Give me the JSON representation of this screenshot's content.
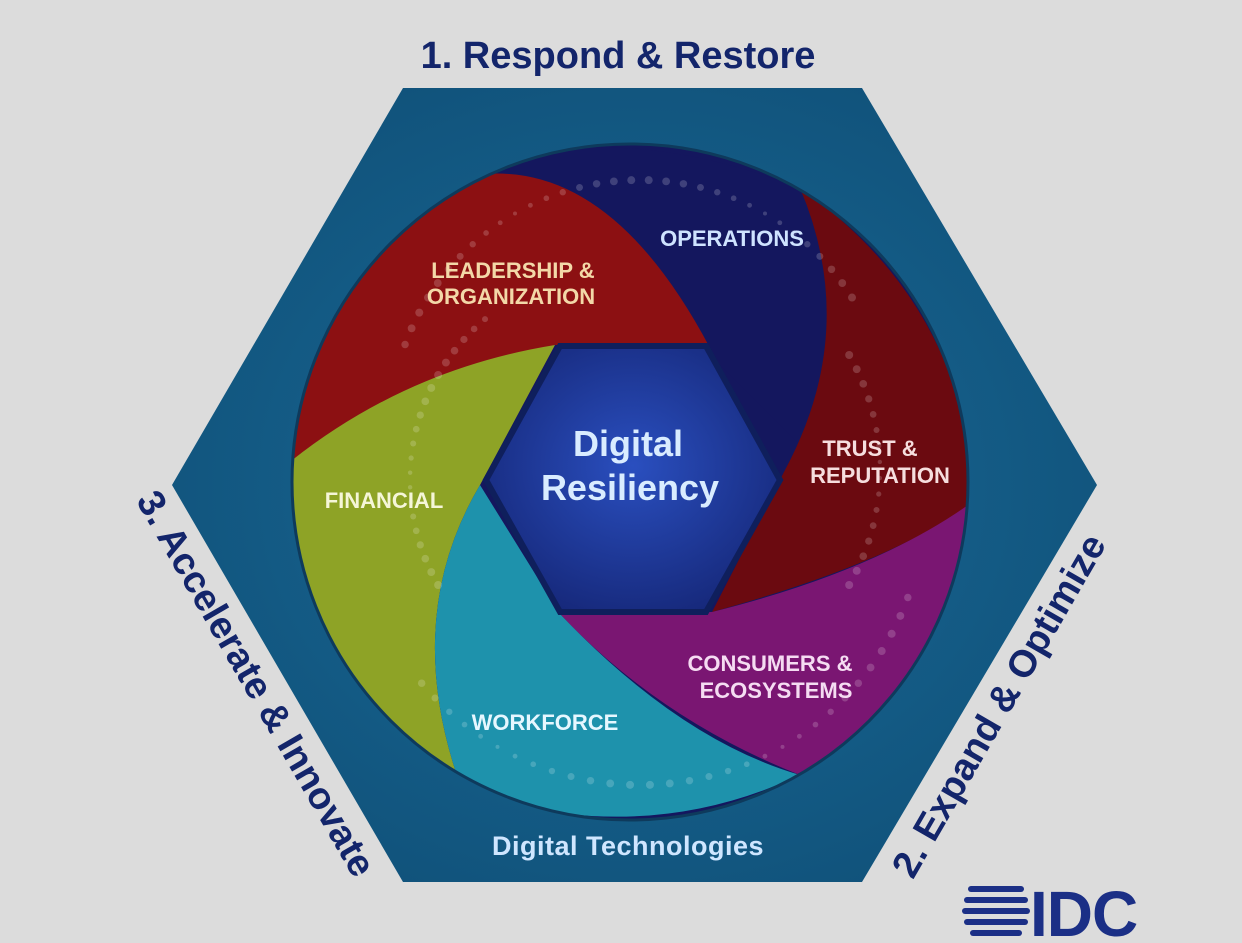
{
  "phases": {
    "respond_restore": "1. Respond & Restore",
    "expand_optimize": "2. Expand & Optimize",
    "accelerate_innovate": "3. Accelerate & Innovate"
  },
  "center": {
    "line1": "Digital",
    "line2": "Resiliency"
  },
  "base_label": "Digital Technologies",
  "segments": {
    "operations": {
      "line1": "OPERATIONS",
      "color": "#14175e"
    },
    "leadership": {
      "line1": "LEADERSHIP &",
      "line2": "ORGANIZATION",
      "color": "#8c1012"
    },
    "trust": {
      "line1": "TRUST &",
      "line2": "REPUTATION",
      "color": "#6b0a10"
    },
    "financial": {
      "line1": "FINANCIAL",
      "color": "#8ea326"
    },
    "consumers": {
      "line1": "CONSUMERS &",
      "line2": "ECOSYSTEMS",
      "color": "#7a1672"
    },
    "workforce": {
      "line1": "WORKFORCE",
      "color": "#1e92ac"
    }
  },
  "colors": {
    "background": "#dcdcdc",
    "hexagon": "#135a82",
    "center_hex": "#1f3d9c",
    "phase_text": "#13256b"
  },
  "logo": {
    "text": "IDC"
  }
}
